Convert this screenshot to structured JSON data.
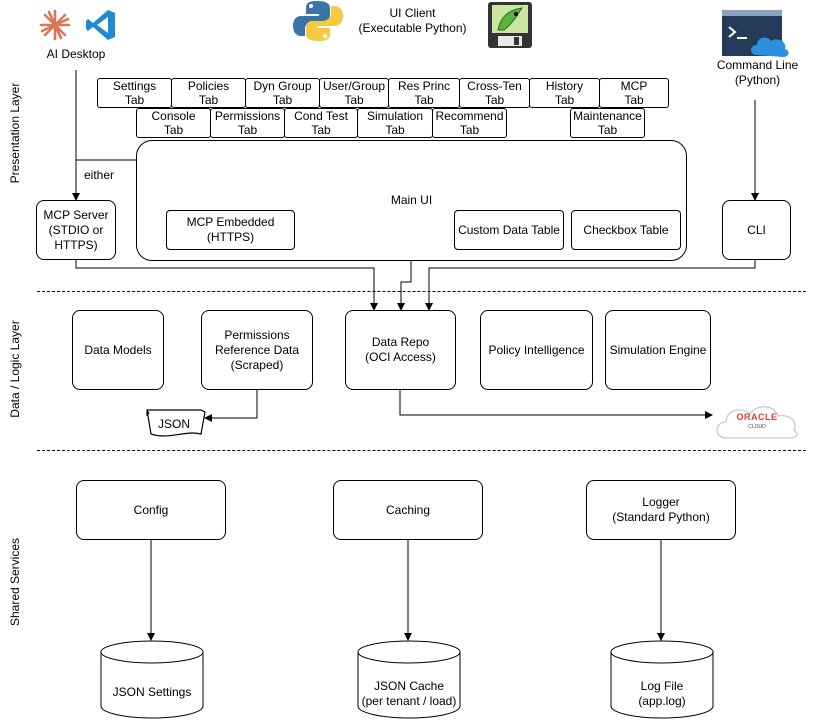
{
  "layers": {
    "presentation": "Presentation Layer",
    "data_logic": "Data / Logic Layer",
    "shared": "Shared Services"
  },
  "clients": {
    "ai_desktop": "AI Desktop",
    "ui_client": "UI Client\n(Executable Python)",
    "command_line": "Command Line\n(Python)"
  },
  "tabs_row1": [
    "Settings\nTab",
    "Policies\nTab",
    "Dyn Group\nTab",
    "User/Group\nTab",
    "Res Princ\nTab",
    "Cross-Ten\nTab",
    "History\nTab",
    "MCP\nTab"
  ],
  "tabs_row2": [
    "Console\nTab",
    "Permissions\nTab",
    "Cond Test\nTab",
    "Simulation\nTab",
    "Recommend\nTab",
    "Maintenance\nTab"
  ],
  "presentation": {
    "either": "either",
    "mcp_server": "MCP Server\n(STDIO or\nHTTPS)",
    "main_ui": "Main UI",
    "mcp_embedded": "MCP Embedded\n(HTTPS)",
    "custom_data_table": "Custom Data Table",
    "checkbox_table": "Checkbox Table",
    "cli": "CLI"
  },
  "data_layer": {
    "data_models": "Data Models",
    "permissions_ref": "Permissions\nReference Data\n(Scraped)",
    "data_repo": "Data Repo\n(OCI Access)",
    "policy_intelligence": "Policy Intelligence",
    "simulation_engine": "Simulation Engine",
    "json_doc": "JSON",
    "oracle_cloud_brand": "ORACLE",
    "oracle_cloud_sub": "CLOUD"
  },
  "shared": {
    "config": "Config",
    "caching": "Caching",
    "logger": "Logger\n(Standard Python)",
    "json_settings": "JSON Settings",
    "json_cache": "JSON Cache\n(per tenant / load)",
    "log_file": "Log File\n(app.log)"
  },
  "colors": {
    "python_blue": "#3a74a8",
    "python_yellow": "#f7c93e",
    "vscode_blue": "#1f8ad2",
    "claude_orange": "#d97757",
    "oracle_red": "#e03c31",
    "azure_blue": "#2d8fe0",
    "terminal_dark": "#243c5a"
  }
}
